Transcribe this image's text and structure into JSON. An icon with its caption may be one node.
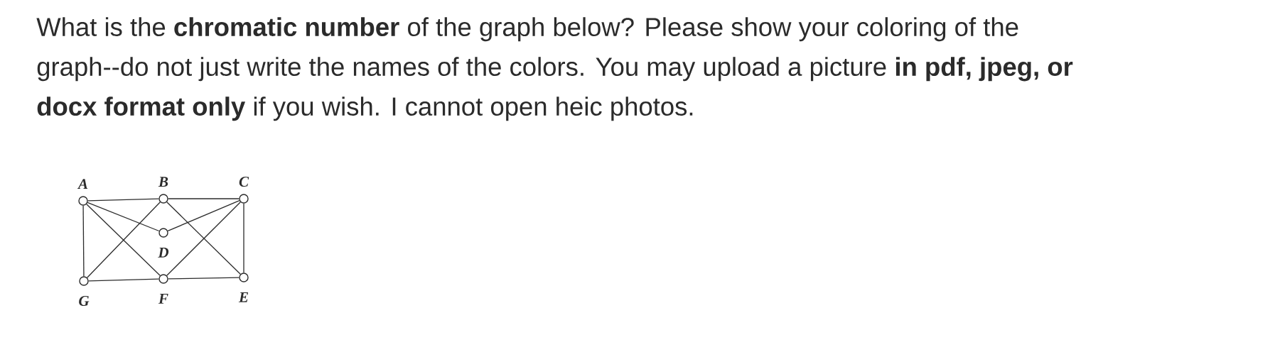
{
  "diagram": {
    "title": "What is the **chromatic number** of the graph below? Please show your coloring of the graph--do not just write the names of the colors. You may upload a picture **in pdf, jpeg, or docx format only** if you wish. I cannot open heic photos.",
    "nodes": [
      {
        "text": [],
        "shape": "circle",
        "beside": [
          "A"
        ]
      },
      {
        "text": [],
        "shape": "circle",
        "beside": [
          "B"
        ]
      },
      {
        "text": [],
        "shape": "circle",
        "beside": [
          "C"
        ]
      },
      {
        "text": [],
        "shape": "circle",
        "beside": [
          "D"
        ]
      },
      {
        "text": [],
        "shape": "circle",
        "beside": [
          "G"
        ]
      },
      {
        "text": [],
        "shape": "circle",
        "beside": [
          "F"
        ]
      },
      {
        "text": [],
        "shape": "circle",
        "beside": [
          "E"
        ]
      }
    ],
    "edges": [
      {
        "from": 0,
        "to": 1,
        "arrow": "none"
      },
      {
        "from": 1,
        "to": 2,
        "arrow": "none"
      },
      {
        "from": 0,
        "to": 4,
        "arrow": "none"
      },
      {
        "from": 2,
        "to": 6,
        "arrow": "none"
      },
      {
        "from": 4,
        "to": 5,
        "arrow": "none"
      },
      {
        "from": 5,
        "to": 6,
        "arrow": "none"
      },
      {
        "from": 0,
        "to": 3,
        "arrow": "none"
      },
      {
        "from": 3,
        "to": 2,
        "arrow": "none"
      },
      {
        "from": 0,
        "to": 5,
        "arrow": "none"
      },
      {
        "from": 1,
        "to": 4,
        "arrow": "none"
      },
      {
        "from": 1,
        "to": 6,
        "arrow": "none"
      },
      {
        "from": 2,
        "to": 5,
        "arrow": "none"
      }
    ]
  }
}
